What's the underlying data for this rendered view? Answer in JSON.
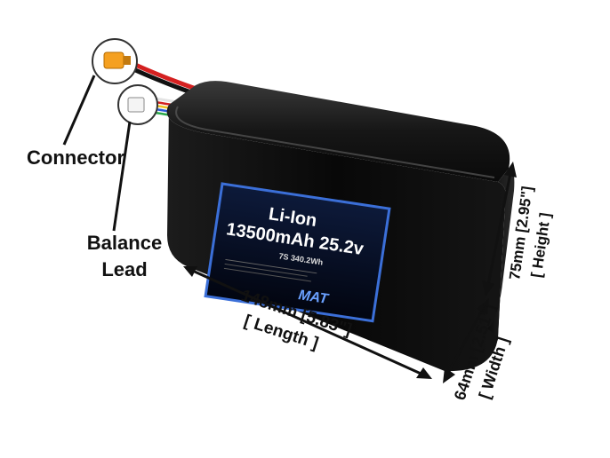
{
  "callouts": {
    "connector": "Connector",
    "balance_lead_line1": "Balance",
    "balance_lead_line2": "Lead"
  },
  "label": {
    "chemistry": "Li-Ion",
    "capacity_voltage": "13500mAh 25.2v",
    "config": "7S 340.2Wh",
    "brand": "MAT"
  },
  "dimensions": {
    "length_line1": "148mm [5.83\"]",
    "length_line2": "[ Length ]",
    "width_line1": "64mm [2.51\"]",
    "width_line2": "[ Width ]",
    "height_line1": "75mm [2.95\"]",
    "height_line2": "[ Height ]"
  },
  "colors": {
    "battery": "#0b0b0b",
    "label_border": "#3b6fd8",
    "connector": "#f5a020",
    "wire_red": "#d42020",
    "wire_black": "#111111"
  }
}
